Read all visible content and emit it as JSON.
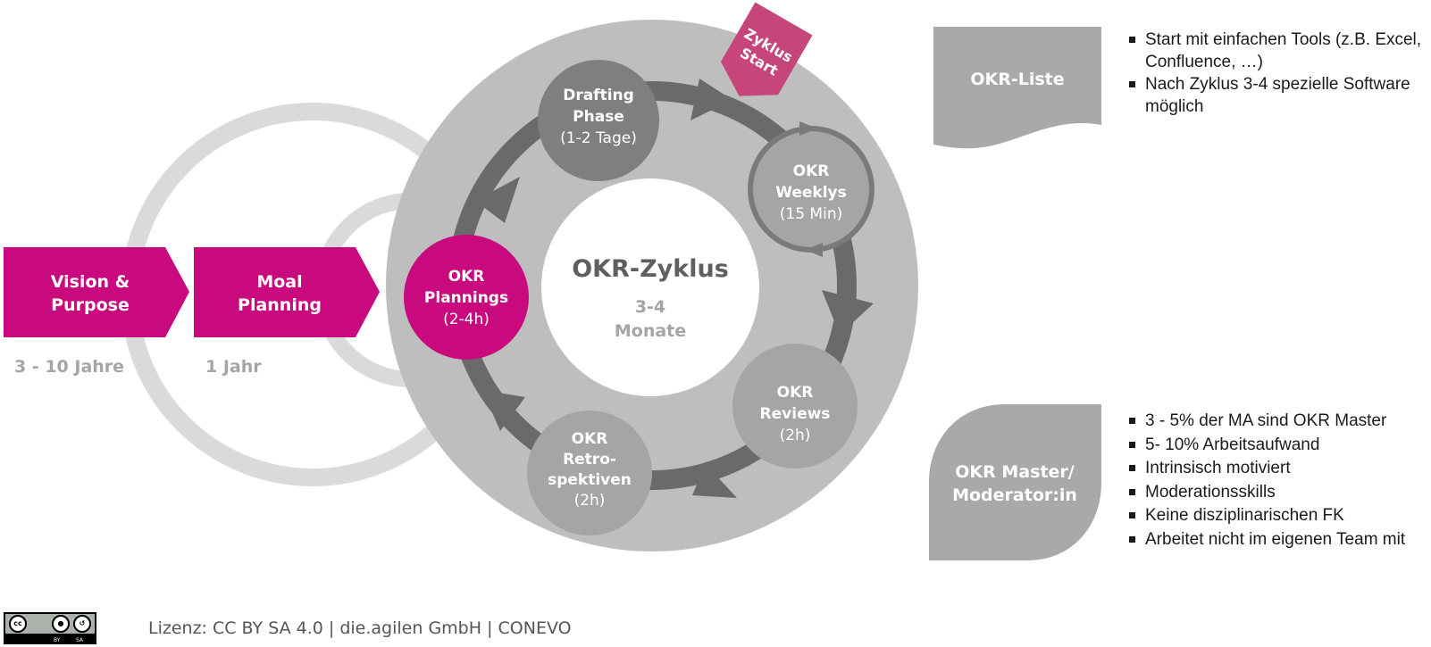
{
  "colors": {
    "magenta": "#c90a7e",
    "zyklus_start": "#c6457b",
    "outer_ring": "#bebebe",
    "arrow_ring": "#6a6a6a",
    "node_dark": "#7f7f7f",
    "node_light": "#a5a5a5",
    "background_rings": "#dadada",
    "info_shape": "#a9a9a9",
    "label_grey": "#a5a5a5"
  },
  "timeline": [
    {
      "label_line1": "Vision &",
      "label_line2": "Purpose",
      "duration": "3 - 10 Jahre"
    },
    {
      "label_line1": "Moal",
      "label_line2": "Planning",
      "duration": "1 Jahr"
    }
  ],
  "cycle": {
    "title": "OKR-Zyklus",
    "duration_line1": "3-4",
    "duration_line2": "Monate",
    "start_tag_line1": "Zyklus",
    "start_tag_line2": "Start",
    "nodes": {
      "planning": {
        "line1": "OKR",
        "line2": "Plannings",
        "line3": "(2-4h)"
      },
      "drafting": {
        "line1": "Drafting",
        "line2": "Phase",
        "line3": "(1-2 Tage)"
      },
      "weeklys": {
        "line1": "OKR",
        "line2": "Weeklys",
        "line3": "(15 Min)"
      },
      "reviews": {
        "line1": "OKR",
        "line2": "Reviews",
        "line3": "(2h)"
      },
      "retro": {
        "line1": "OKR",
        "line2": "Retro-",
        "line3": "spektiven",
        "line4": "(2h)"
      }
    }
  },
  "info_boxes": [
    {
      "title": "OKR-Liste",
      "bullets": [
        "Start mit einfachen Tools (z.B. Excel, Confluence, …)",
        "Nach Zyklus 3-4 spezielle Software möglich"
      ]
    },
    {
      "title_line1": "OKR Master/",
      "title_line2": "Moderator:in",
      "bullets": [
        "3 - 5% der MA sind OKR Master",
        "5- 10% Arbeitsaufwand",
        "Intrinsisch motiviert",
        "Moderationsskills",
        "Keine disziplinarischen FK",
        "Arbeitet nicht im eigenen Team mit"
      ]
    }
  ],
  "footer": {
    "license_text": "Lizenz: CC BY SA 4.0 | die.agilen GmbH | CONEVO",
    "cc_label": "cc",
    "by_label": "BY",
    "sa_label": "SA"
  }
}
